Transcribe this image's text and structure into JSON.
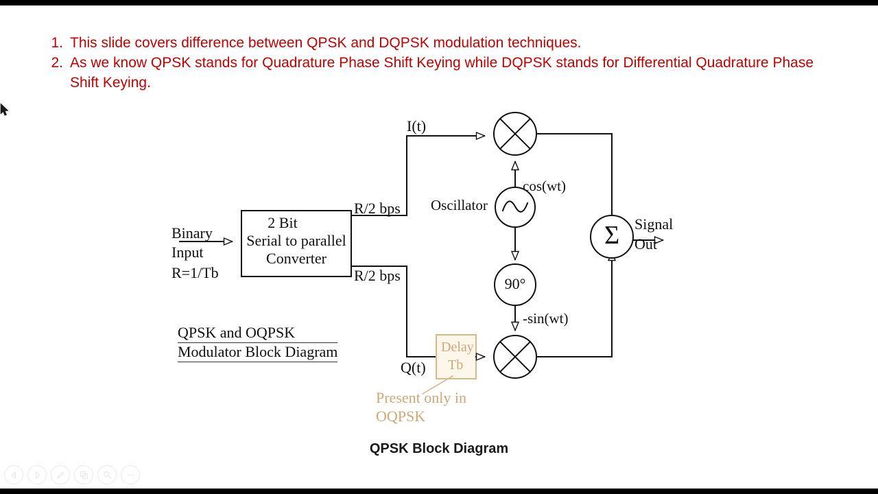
{
  "slide": {
    "bullets": [
      {
        "num": "1.",
        "text": "This slide covers difference between QPSK and DQPSK modulation techniques."
      },
      {
        "num": "2.",
        "text": "As we know QPSK stands for Quadrature Phase Shift Keying while DQPSK stands for Differential Quadrature Phase Shift Keying."
      }
    ],
    "bullet_color": "#c00000",
    "caption": "QPSK Block Diagram"
  },
  "diagram": {
    "title_line1": "QPSK and OQPSK",
    "title_line2": "Modulator Block Diagram",
    "input_label_line1": "Binary",
    "input_label_line2": "Input",
    "input_label_line3": "R=1/Tb",
    "converter_line1": "2 Bit",
    "converter_line2": "Serial to parallel",
    "converter_line3": "Converter",
    "rate_top": "R/2 bps",
    "rate_bottom": "R/2 bps",
    "branch_i": "I(t)",
    "branch_q": "Q(t)",
    "oscillator_label": "Oscillator",
    "carrier_cos": "cos(wt)",
    "carrier_sin": "-sin(wt)",
    "phase_shift": "90°",
    "delay_line1": "Delay",
    "delay_line2": "Tb",
    "delay_note_line1": "Present only in",
    "delay_note_line2": "OQPSK",
    "delay_color": "#d0a878",
    "output_line1": "Signal",
    "output_line2": "Out",
    "summer_symbol": "Σ"
  },
  "toolbar": {
    "items": [
      {
        "name": "previous-slide-button",
        "icon": "back-arrow-icon"
      },
      {
        "name": "next-slide-button",
        "icon": "forward-arrow-icon"
      },
      {
        "name": "pen-tool-button",
        "icon": "pen-icon"
      },
      {
        "name": "slide-overview-button",
        "icon": "pages-icon"
      },
      {
        "name": "zoom-button",
        "icon": "magnifier-icon"
      },
      {
        "name": "more-options-button",
        "icon": "ellipsis-icon"
      }
    ]
  }
}
